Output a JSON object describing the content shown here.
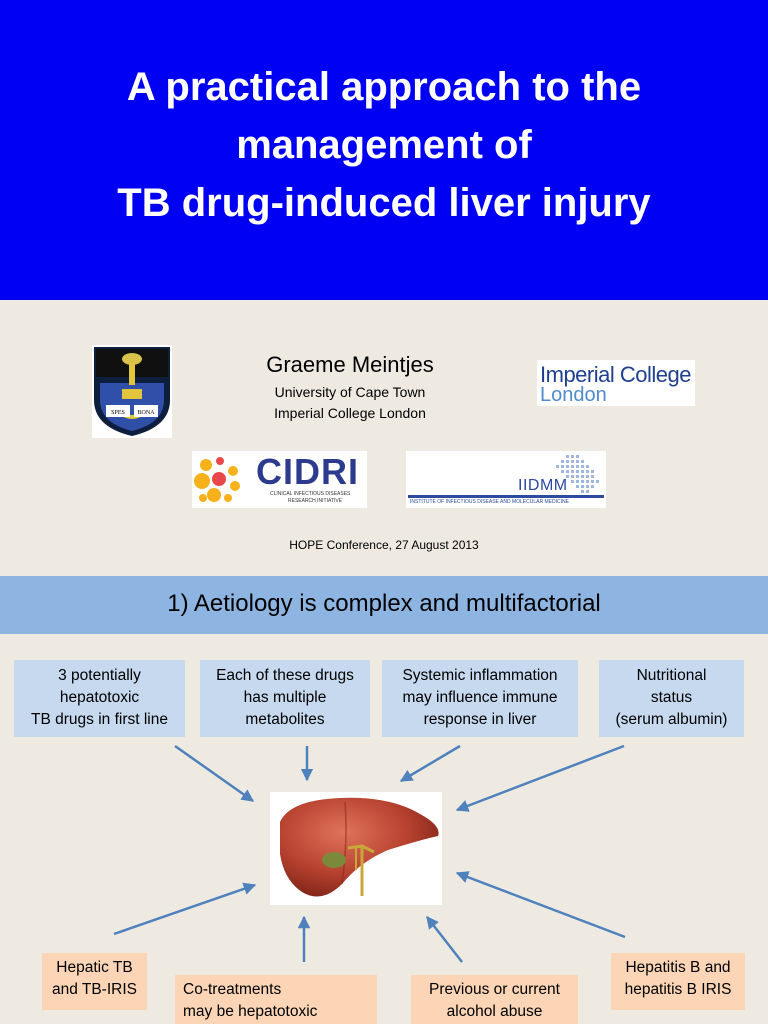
{
  "title": {
    "lines": [
      "A practical approach to the",
      "management of",
      "TB drug-induced liver injury"
    ]
  },
  "presenter": {
    "name": "Graeme Meintjes",
    "affiliations": [
      "University of Cape Town",
      "Imperial College London"
    ]
  },
  "logos": {
    "uct_motto": "SPES BONA",
    "imperial_line1": "Imperial College",
    "imperial_line2": "London",
    "cidri_name": "CIDRI",
    "cidri_sub1": "CLINICAL INFECTIOUS DISEASES",
    "cidri_sub2": "RESEARCH INITIATIVE",
    "iidmm_name": "IIDMM",
    "iidmm_sub": "INSTITUTE OF INFECTIOUS DISEASE AND MOLECULAR MEDICINE"
  },
  "conference": "HOPE Conference, 27 August 2013",
  "section_title": "1) Aetiology is complex and multifactorial",
  "factors_top": [
    {
      "lines": [
        "3 potentially",
        "hepatotoxic",
        "TB drugs in first line"
      ]
    },
    {
      "lines": [
        "Each of these drugs",
        "has multiple",
        "metabolites"
      ]
    },
    {
      "lines": [
        "Systemic inflammation",
        "may influence immune",
        "response in liver"
      ]
    },
    {
      "lines": [
        "Nutritional",
        "status",
        "(serum albumin)"
      ]
    }
  ],
  "factors_bottom": [
    {
      "lines": [
        "Hepatic TB",
        "and TB-IRIS"
      ]
    },
    {
      "lines": [
        "Co-treatments",
        "may be hepatotoxic"
      ]
    },
    {
      "lines": [
        "Previous or current",
        "alcohol abuse"
      ]
    },
    {
      "lines": [
        "Hepatitis B and",
        "hepatitis B IRIS"
      ]
    }
  ],
  "colors": {
    "title_band": "#0000f2",
    "background": "#eeeae2",
    "section_band": "#8eb5e1",
    "blue_box": "#c6d9ef",
    "orange_box": "#fbd5b5",
    "arrow": "#4f81bd",
    "liver": "#b5402e"
  }
}
